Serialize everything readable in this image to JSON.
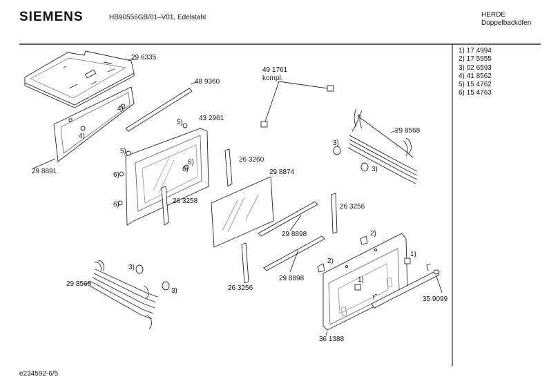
{
  "header": {
    "brand": "SIEMENS",
    "model": "HB90556GB/01–V01, Edelstahl",
    "category_1": "HERDE",
    "category_2": "Doppelbacköfen"
  },
  "footer": {
    "document_id": "e234592-6/5"
  },
  "legend": [
    "1)  17 4994",
    "2)  17 5955",
    "3)  02 6593",
    "4)  41 8562",
    "5)  15 4762",
    "6)  15 4763"
  ],
  "parts": [
    {
      "key": "p296335",
      "text": "29 6335"
    },
    {
      "key": "p489360",
      "text": "48 9360"
    },
    {
      "key": "p491761",
      "text": "49 1761"
    },
    {
      "key": "kompl",
      "text": "kompl."
    },
    {
      "key": "p432961",
      "text": "43 2961"
    },
    {
      "key": "p298891",
      "text": "29 8891"
    },
    {
      "key": "p298568a",
      "text": "29 8568"
    },
    {
      "key": "p263260",
      "text": "26 3260"
    },
    {
      "key": "p298874",
      "text": "29 8874"
    },
    {
      "key": "p263258",
      "text": "26 3258"
    },
    {
      "key": "p263256a",
      "text": "26 3256"
    },
    {
      "key": "p298898a",
      "text": "29 8898"
    },
    {
      "key": "p298898b",
      "text": "29 8898"
    },
    {
      "key": "p263256b",
      "text": "26 3256"
    },
    {
      "key": "p298568b",
      "text": "29 8568"
    },
    {
      "key": "p359099",
      "text": "35 9099"
    },
    {
      "key": "p361388",
      "text": "36 1388"
    }
  ],
  "callouts": [
    {
      "key": "c4a",
      "text": "4)"
    },
    {
      "key": "c4b",
      "text": "4)"
    },
    {
      "key": "c5a",
      "text": "5)"
    },
    {
      "key": "c5b",
      "text": "5)"
    },
    {
      "key": "c6a",
      "text": "6)"
    },
    {
      "key": "c6b",
      "text": "6)"
    },
    {
      "key": "c6c",
      "text": "6)"
    },
    {
      "key": "c6d",
      "text": "6)"
    },
    {
      "key": "c3a",
      "text": "3)"
    },
    {
      "key": "c3b",
      "text": "3)"
    },
    {
      "key": "c3c",
      "text": "3)"
    },
    {
      "key": "c3d",
      "text": "3)"
    },
    {
      "key": "c2a",
      "text": "2)"
    },
    {
      "key": "c2b",
      "text": "2)"
    },
    {
      "key": "c1a",
      "text": "1)"
    },
    {
      "key": "c1b",
      "text": "1)"
    }
  ]
}
